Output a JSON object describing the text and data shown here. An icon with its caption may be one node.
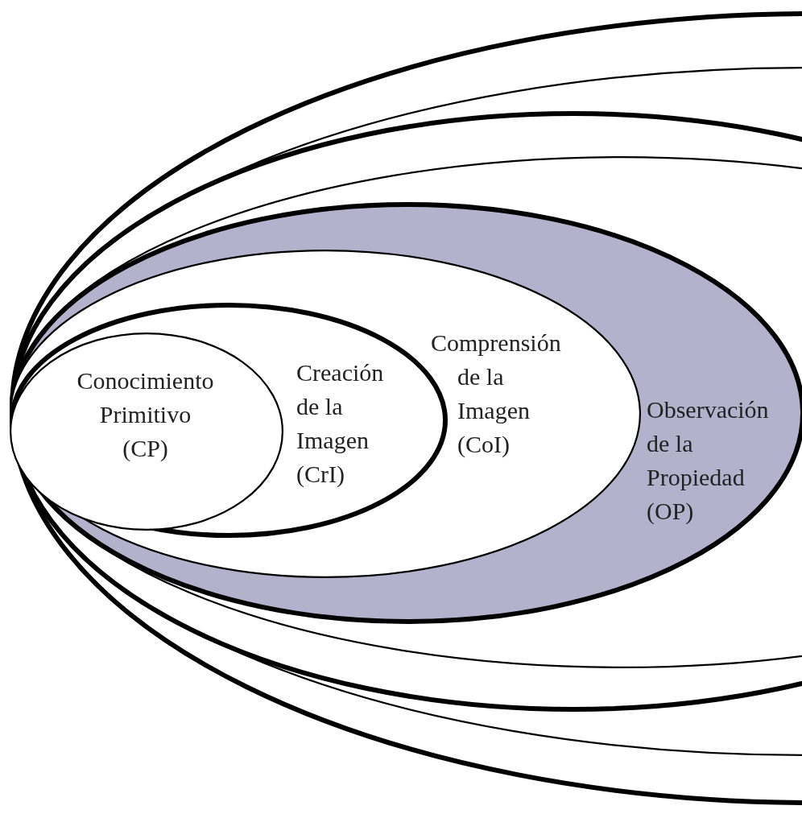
{
  "diagram": {
    "nodes": [
      {
        "text": [],
        "shape": "ellipse"
      },
      {
        "text": [],
        "shape": "ellipse",
        "in": 0
      },
      {
        "text": [],
        "shape": "ellipse",
        "in": 1
      },
      {
        "text": [],
        "shape": "ellipse",
        "in": 2
      },
      {
        "text": [
          "Observación de la Propiedad (OP)"
        ],
        "in": 3
      },
      {
        "text": [
          "Comprensión de la Imagen (CoI)"
        ],
        "in": 4
      },
      {
        "text": [
          "Creación de la Imagen (CrI)"
        ],
        "in": 5
      },
      {
        "text": [
          "Conocimiento Primitivo (CP)"
        ],
        "in": 6
      }
    ]
  }
}
